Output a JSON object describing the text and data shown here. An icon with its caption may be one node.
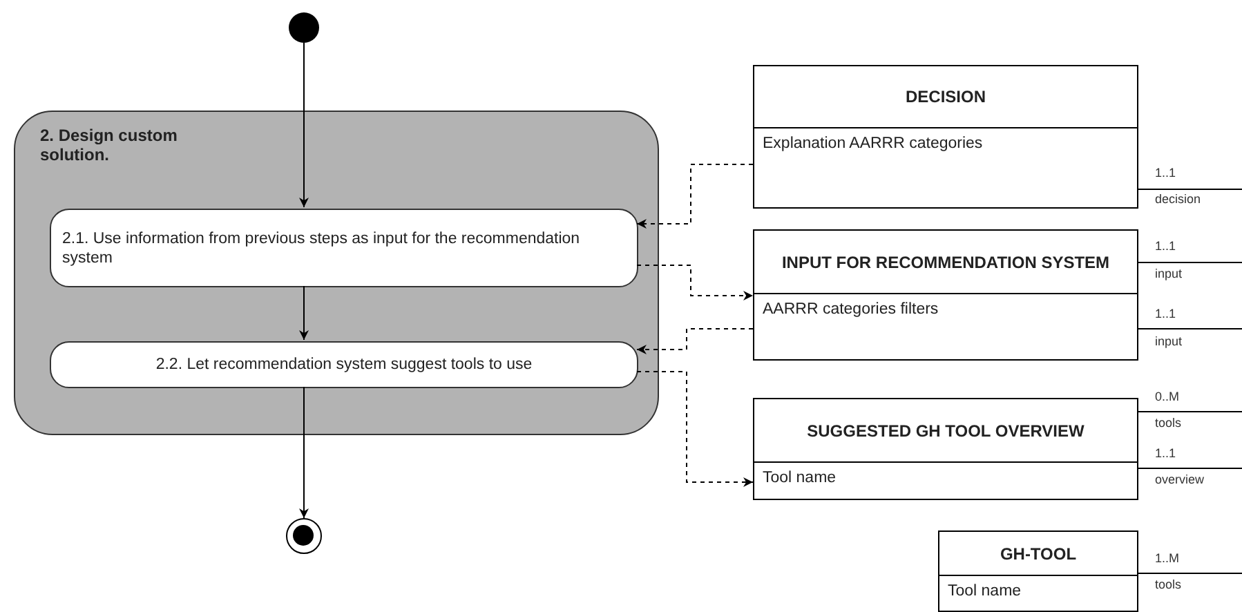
{
  "diagram": {
    "nodes": [
      {
        "text": [],
        "shape": "circle"
      },
      {
        "text": [
          "2. Design custom solution."
        ]
      },
      {
        "text": [
          "2.1. Use information from previous steps as input for the recommendation system"
        ],
        "in": 1
      },
      {
        "text": [
          "2.2. Let recommendation system suggest tools to use"
        ],
        "in": 1
      },
      {
        "text": [],
        "shape": "circle"
      },
      {
        "text": [
          "DECISION",
          "Explanation AARRR categories"
        ]
      },
      {
        "text": [
          "INPUT FOR RECOMMENDATION SYSTEM",
          "AARRR categories filters"
        ]
      },
      {
        "text": [
          "SUGGESTED GH TOOL OVERVIEW",
          "Tool name"
        ]
      },
      {
        "text": [
          "GH-TOOL",
          "Tool name"
        ]
      }
    ],
    "edges": [
      {
        "from": 0,
        "to": 2,
        "arrow": "to"
      },
      {
        "from": 2,
        "to": 3,
        "arrow": "to"
      },
      {
        "from": 3,
        "to": 4,
        "arrow": "to"
      },
      {
        "from": 5,
        "to": 2,
        "arrow": "to",
        "style": "dashed"
      },
      {
        "from": 2,
        "to": 6,
        "arrow": "to",
        "style": "dashed"
      },
      {
        "from": 6,
        "to": 3,
        "arrow": "to",
        "style": "dashed"
      },
      {
        "from": 3,
        "to": 7,
        "arrow": "to",
        "style": "dashed"
      },
      {
        "from": 5,
        "to": null,
        "arrow": "none"
      },
      {
        "from": 6,
        "to": null,
        "arrow": "none"
      },
      {
        "from": 6,
        "to": null,
        "arrow": "none"
      },
      {
        "from": 7,
        "to": null,
        "arrow": "none"
      },
      {
        "from": 7,
        "to": null,
        "arrow": "none"
      },
      {
        "from": 8,
        "to": null,
        "arrow": "none"
      }
    ],
    "labels": [
      "1..1",
      "decision",
      "1..1",
      "input",
      "1..1",
      "input",
      "0..M",
      "tools",
      "1..1",
      "overview",
      "1..M",
      "tools"
    ]
  }
}
